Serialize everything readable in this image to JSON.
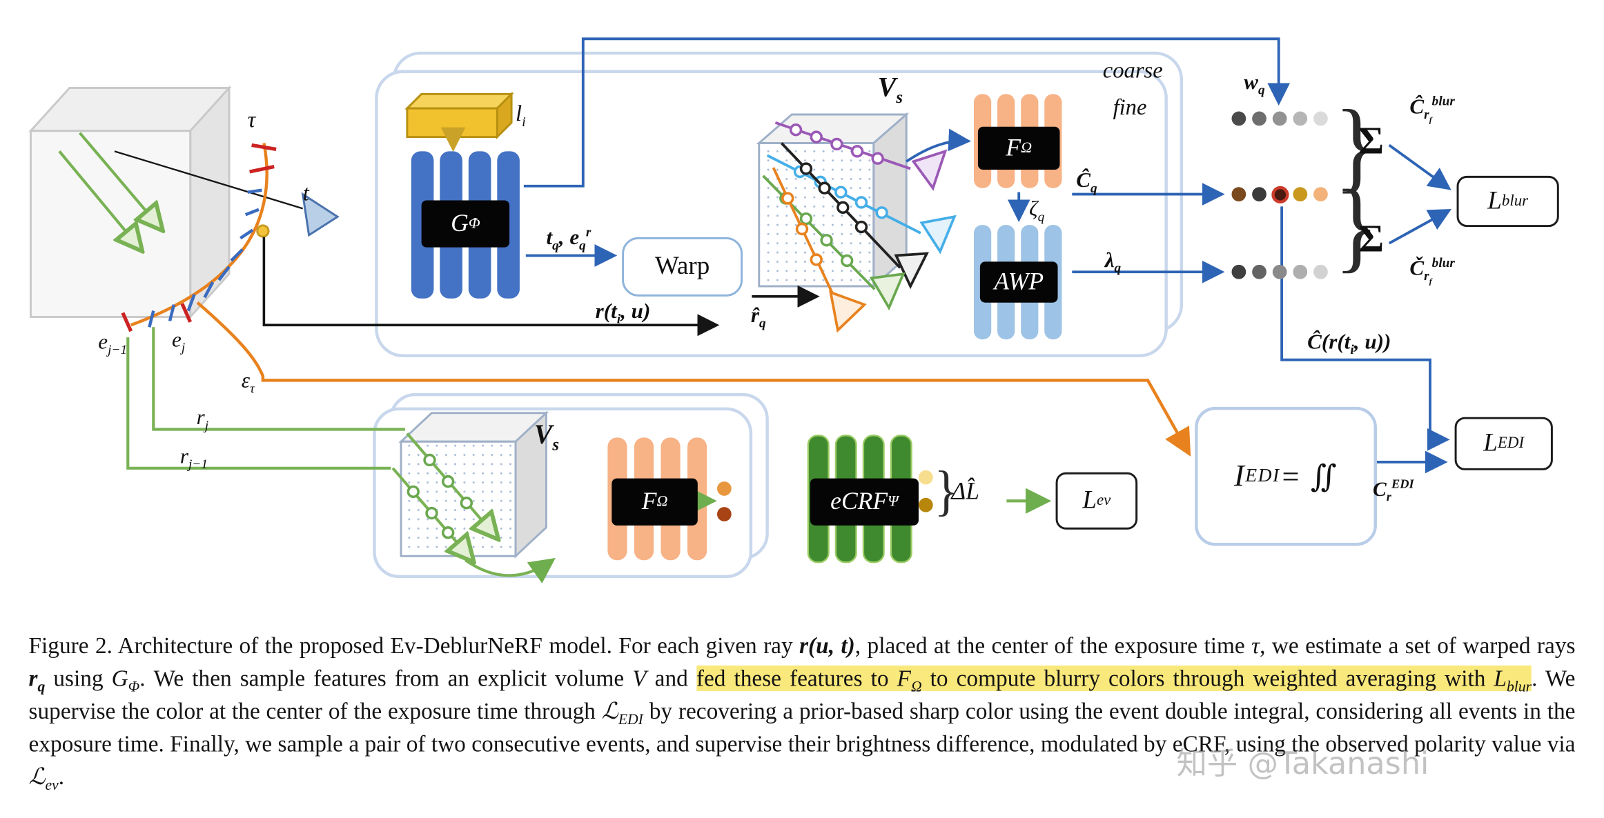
{
  "palette": {
    "mlp_blue": "#4472c4",
    "mlp_light_blue": "#9dc3e6",
    "mlp_orange": "#f7b285",
    "mlp_green": "#3f8a2e",
    "arrow_blue": "#2e64b5",
    "arrow_green": "#79b254",
    "arrow_orange": "#e8821e",
    "container_border": "#c8d7ec",
    "caption_highlight": "#f9e87b",
    "latent_box_yellow": "#f2c12e"
  },
  "diagram": {
    "labels": {
      "tau": "τ",
      "t": "t",
      "e_j_minus_1": "e_{j−1}",
      "e_j": "e_{j}",
      "epsilon_tau": "ε_{τ}",
      "r_j": "r_{j}",
      "r_j_minus_1": "r_{j−1}",
      "l_i": "l_{i}",
      "t_q_e_q_r": "t_{q}, e_{q}^{r}",
      "r_t_i_u": "r(t_{i}, u)",
      "v_s_top": "V_{s}",
      "r_hat_q": "r̂_{q}",
      "coarse": "coarse",
      "fine": "fine",
      "c_hat_q": "Ĉ_{q}",
      "zeta_q": "ζ_{q}",
      "lambda_q": "λ_{q}",
      "w_q": "w_{q}",
      "sigma": "Σ",
      "brace": "}",
      "c_hat_blur": "Ĉ_{r_f}^{blur}",
      "c_check_blur": "Č_{r_f}^{blur}",
      "c_hat_r_t_u": "Ĉ(r(t_{i}, u))",
      "v_s_bottom": "V_{s}",
      "delta_l_hat": "ΔL̂",
      "c_r_edi": "C_{r}^{EDI}"
    },
    "boxes": {
      "g_phi": "G_{Φ}",
      "warp": "Warp",
      "f_omega_coarse": "F_{Ω}",
      "awp": "AWP",
      "f_omega_event": "F_{Ω}",
      "ecrf": "eCRF_{Ψ}",
      "l_blur": "L_{blur}",
      "l_ev": "L_{ev}",
      "l_edi": "L_{EDI}",
      "i_edi": "I_{EDI} = ∬"
    },
    "weight_dots": {
      "coarse_row": [
        "#4a4a4a",
        "#6e6e6e",
        "#929292",
        "#b6b6b6",
        "#dadada"
      ],
      "color_row": [
        "#7a4a1e",
        "#3b3b3b",
        {
          "color": "#4a1a0e",
          "ring": "#cc3b2a"
        },
        "#c8981f",
        "#f2b27a"
      ],
      "awp_row": [
        "#3f3f3f",
        "#636363",
        "#8a8a8a",
        "#aeaeae",
        "#d2d2d2"
      ]
    },
    "event_dots": {
      "input": [
        "#e8973f",
        "#a84315"
      ],
      "output": [
        "#f7dd8e",
        "#b8860b"
      ]
    }
  },
  "caption": {
    "segments": [
      {
        "t": "Figure 2. Architecture of the proposed Ev-DeblurNeRF model. For each given ray "
      },
      {
        "t": "r(u, t)",
        "m": 1,
        "b": 1
      },
      {
        "t": ", placed at the center of the exposure time "
      },
      {
        "t": "τ",
        "m": 1
      },
      {
        "t": ", we estimate a set of warped rays "
      },
      {
        "t": "r_{q}",
        "m": 1,
        "b": 1
      },
      {
        "t": " using "
      },
      {
        "t": "G_{Φ}",
        "m": 1
      },
      {
        "t": ". We then sample features from an explicit volume "
      },
      {
        "t": "V",
        "m": 1
      },
      {
        "t": " and "
      },
      {
        "t": "fed these features to ",
        "h": 1
      },
      {
        "t": "F_{Ω}",
        "m": 1,
        "h": 1
      },
      {
        "t": " to compute ",
        "h": 1
      },
      {
        "t": "blurry colors through weighted averaging with ",
        "h": 1
      },
      {
        "t": "L_{blur}",
        "m": 1,
        "h": 1
      },
      {
        "t": ". We supervise the color at the center of the exposure time through "
      },
      {
        "t": "ℒ_{EDI}",
        "m": 1
      },
      {
        "t": " by recovering a prior-based sharp color using the event double integral, considering all events in the exposure time. Finally, we sample a pair of two consecutive events, and supervise their brightness difference, modulated by eCRF, using the observed polarity value via "
      },
      {
        "t": "ℒ_{ev}",
        "m": 1
      },
      {
        "t": "."
      }
    ]
  },
  "watermark": "知乎 @Takanashi"
}
